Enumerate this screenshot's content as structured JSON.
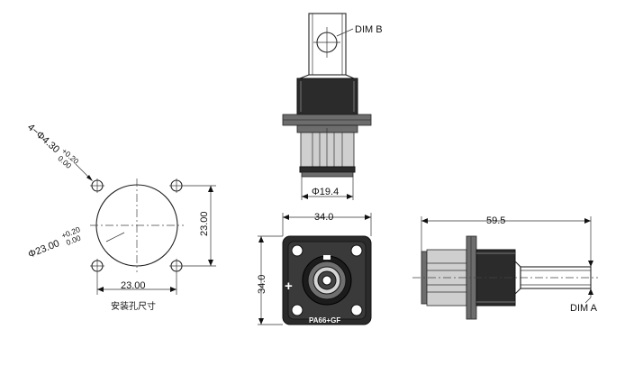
{
  "mounting_hole_pattern": {
    "hole_callout": "4−Φ4.30",
    "hole_tol_upper": "+0.20",
    "hole_tol_lower": "0.00",
    "cutout_diameter": "Φ23.00",
    "cutout_tol_upper": "+0.20",
    "cutout_tol_lower": "0.00",
    "hole_spacing_horizontal": "23.00",
    "hole_spacing_vertical": "23.00",
    "caption": "安装孔尺寸"
  },
  "top_view": {
    "dim_b_label": "DIM B",
    "barrel_diameter": "Φ19.4"
  },
  "front_view": {
    "width": "34.0",
    "height": "34.0",
    "material_marking": "PA66+GF",
    "polarity_symbol": "+"
  },
  "side_view": {
    "overall_length": "59.5",
    "dim_a_label": "DIM A"
  }
}
